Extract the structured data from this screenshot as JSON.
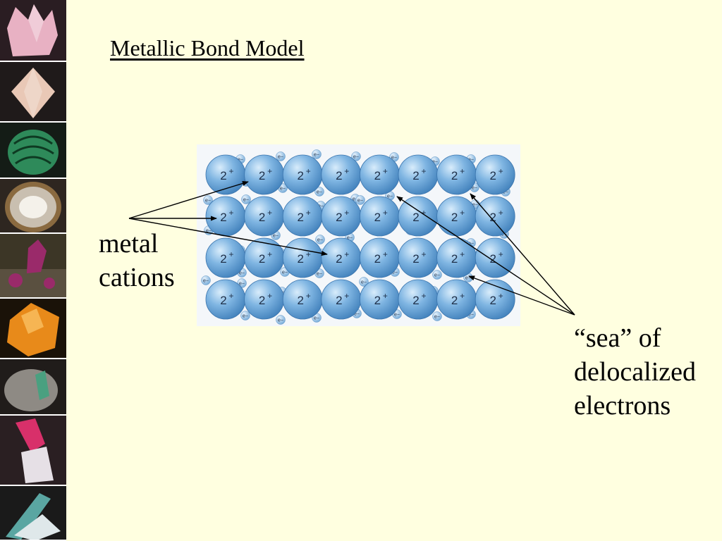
{
  "title": "Metallic Bond Model",
  "ion_charge": {
    "value": "2",
    "sign": "+"
  },
  "electron_symbol": {
    "letter": "e",
    "sign": "−"
  },
  "lattice": {
    "rows": 4,
    "columns": 8
  },
  "labels": {
    "cations": [
      "metal",
      "cations"
    ],
    "sea": [
      "“sea” of",
      "delocalized",
      "electrons"
    ]
  },
  "colors": {
    "background": "#ffffe0",
    "ion_fill": "#5f9fd4",
    "ion_highlight": "#d8ecfb",
    "electron_fill": "#8fbde3"
  },
  "mineral_tiles": [
    {
      "icon": "rose-quartz-crystal-icon",
      "bg": "#2a1d22",
      "color": "#f2b9cc"
    },
    {
      "icon": "fluorite-octahedron-icon",
      "bg": "#1f1a1a",
      "color": "#e9c8b6"
    },
    {
      "icon": "malachite-icon",
      "bg": "#141c16",
      "color": "#2e8a5a"
    },
    {
      "icon": "agate-slice-icon",
      "bg": "#2e2620",
      "color": "#c9bfb0"
    },
    {
      "icon": "amethyst-cluster-icon",
      "bg": "#3c3626",
      "color": "#9a2a6a"
    },
    {
      "icon": "amber-gem-icon",
      "bg": "#1a1208",
      "color": "#e88a1a"
    },
    {
      "icon": "emerald-matrix-icon",
      "bg": "#201c1a",
      "color": "#4aa080"
    },
    {
      "icon": "rubellite-crystal-icon",
      "bg": "#2a1f22",
      "color": "#d8306a"
    },
    {
      "icon": "tourmaline-crystal-icon",
      "bg": "#1a1a1a",
      "color": "#5aa6a2"
    }
  ]
}
